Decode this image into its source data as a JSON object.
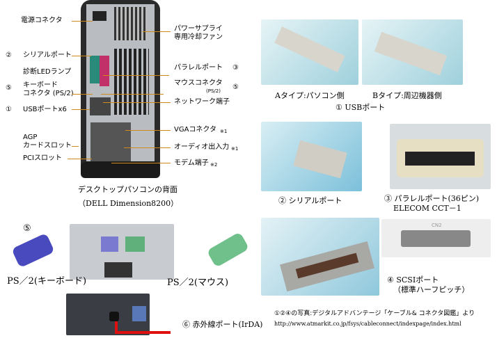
{
  "pc": {
    "left_labels": [
      {
        "text": "電源コネクタ"
      },
      {
        "num": "②",
        "text": "シリアルポート"
      },
      {
        "text": "診断LEDランプ"
      },
      {
        "num": "⑤",
        "text": "キーボード",
        "text2": "コネクタ (PS/2)"
      },
      {
        "num": "①",
        "text": "USBポートx6"
      },
      {
        "text": "AGP",
        "text2": "カードスロット"
      },
      {
        "text": "PCIスロット"
      }
    ],
    "right_labels": [
      {
        "text": "パワーサプライ",
        "text2": "専用冷却ファン"
      },
      {
        "text": "パラレルポート",
        "num": "③"
      },
      {
        "text": "マウスコネクタ",
        "text2": "(PS/2)",
        "num": "⑤"
      },
      {
        "text": "ネットワーク端子"
      },
      {
        "text": "VGAコネクタ",
        "note": "※1"
      },
      {
        "text": "オーディオ出入力",
        "note": "※1"
      },
      {
        "text": "モデム端子",
        "note": "※2"
      }
    ],
    "caption1": "デスクトップパソコンの背面",
    "caption2": "（DELL Dimension8200）"
  },
  "usb": {
    "a_caption": "Aタイプ:パソコン側",
    "b_caption": "Bタイプ:周辺機器側",
    "title": "① USBポート"
  },
  "serial": {
    "caption": "② シリアルポート"
  },
  "parallel": {
    "caption1": "③ パラレルポート(36ピン)",
    "caption2": "ELECOM CCT－1"
  },
  "scsi": {
    "caption1": "④ SCSIポート",
    "caption2": "（標準ハーフピッチ）",
    "board_label": "CN2"
  },
  "ps2": {
    "num": "⑤",
    "keyboard": "PS／2(キーボード)",
    "mouse": "PS／2(マウス)"
  },
  "irda": {
    "caption": "⑥ 赤外線ポート(IrDA)"
  },
  "credit": {
    "text": "①②④の写真:デジタルアドバンテージ「ケーブル& コネクタ図鑑」より",
    "url": "http://www.atmarkit.co.jp/fsys/cableconnect/indexpage/index.html"
  }
}
